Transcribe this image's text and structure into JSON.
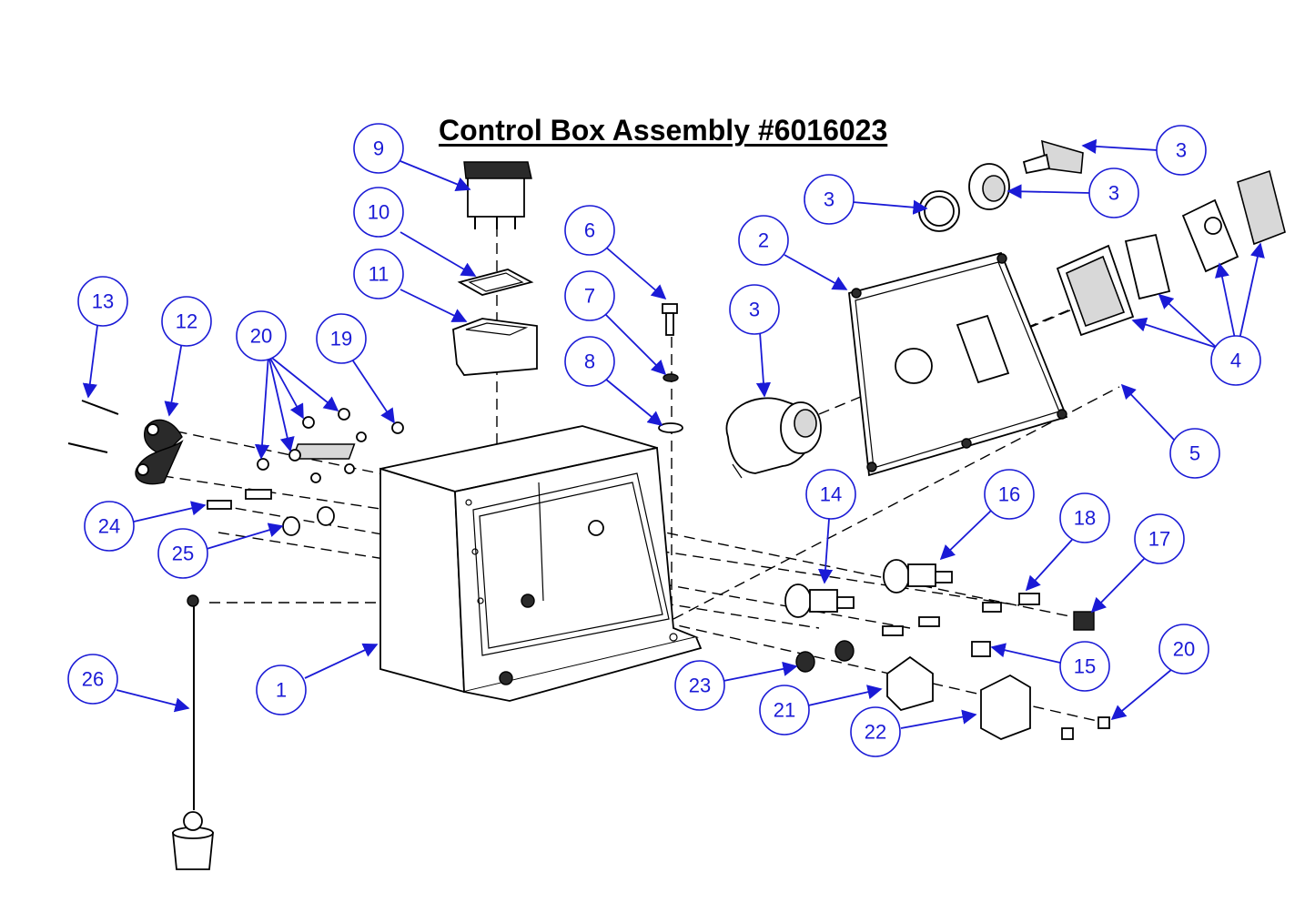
{
  "title": "Control Box Assembly #6016023",
  "callouts": [
    {
      "id": "c9",
      "label": "9"
    },
    {
      "id": "c10",
      "label": "10"
    },
    {
      "id": "c11",
      "label": "11"
    },
    {
      "id": "c6",
      "label": "6"
    },
    {
      "id": "c7",
      "label": "7"
    },
    {
      "id": "c8",
      "label": "8"
    },
    {
      "id": "c13",
      "label": "13"
    },
    {
      "id": "c12",
      "label": "12"
    },
    {
      "id": "c20a",
      "label": "20"
    },
    {
      "id": "c19",
      "label": "19"
    },
    {
      "id": "c24",
      "label": "24"
    },
    {
      "id": "c25",
      "label": "25"
    },
    {
      "id": "c26",
      "label": "26"
    },
    {
      "id": "c1",
      "label": "1"
    },
    {
      "id": "c3a",
      "label": "3"
    },
    {
      "id": "c3b",
      "label": "3"
    },
    {
      "id": "c3c",
      "label": "3"
    },
    {
      "id": "c3d",
      "label": "3"
    },
    {
      "id": "c2",
      "label": "2"
    },
    {
      "id": "c4",
      "label": "4"
    },
    {
      "id": "c5",
      "label": "5"
    },
    {
      "id": "c14",
      "label": "14"
    },
    {
      "id": "c16",
      "label": "16"
    },
    {
      "id": "c18",
      "label": "18"
    },
    {
      "id": "c17",
      "label": "17"
    },
    {
      "id": "c15",
      "label": "15"
    },
    {
      "id": "c20b",
      "label": "20"
    },
    {
      "id": "c23",
      "label": "23"
    },
    {
      "id": "c21",
      "label": "21"
    },
    {
      "id": "c22",
      "label": "22"
    }
  ],
  "colors": {
    "callout": "#1a1ad6",
    "line": "#000000"
  }
}
